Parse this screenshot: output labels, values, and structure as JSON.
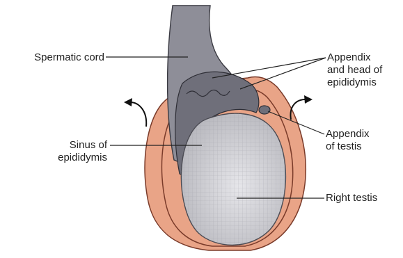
{
  "colors": {
    "tunica": "#e9a487",
    "tunica_edge": "#7a3b2a",
    "cord": "#8e8e98",
    "epididymis": "#6f6f7a",
    "testis": "#b9b9bf",
    "testis_highlight": "#e6e6ea",
    "leader": "#222222",
    "label_text": "#222222"
  },
  "labels": {
    "spermatic_cord": "Spermatic cord",
    "appendix_line1": "Appendix",
    "appendix_line2": "and head of",
    "appendix_line3": "epididymis",
    "sinus_line1": "Sinus of",
    "sinus_line2": "epididymis",
    "appendix_testis_line1": "Appendix",
    "appendix_testis_line2": "of testis",
    "right_testis": "Right testis"
  },
  "icons": {
    "left_arrow": "curved-arrow-left-icon",
    "right_arrow": "curved-arrow-right-icon"
  }
}
